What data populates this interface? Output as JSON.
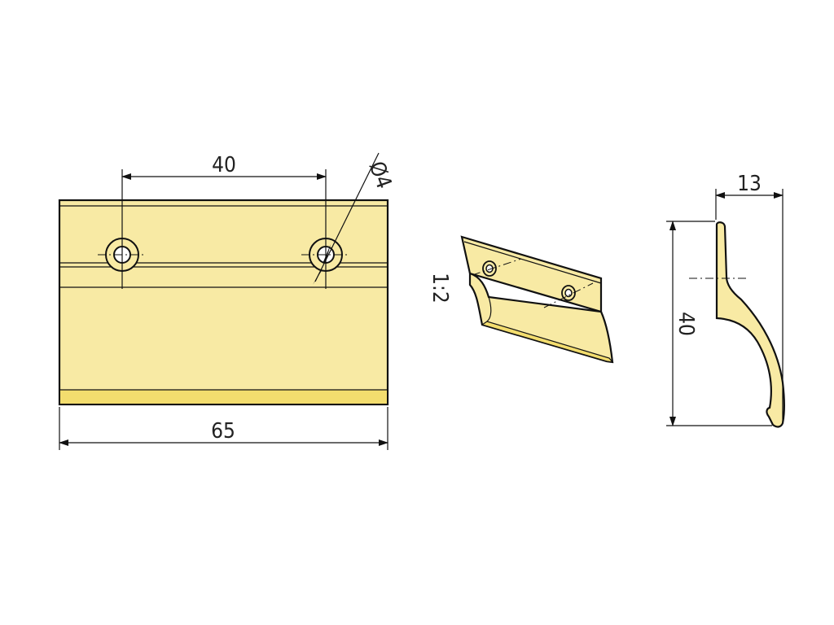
{
  "colors": {
    "part_fill": "#f8eaa4",
    "part_stripe": "#f3dd6e",
    "line": "#111111"
  },
  "front_view": {
    "hole_spacing": "40",
    "hole_diameter": "Ø4",
    "overall_width": "65"
  },
  "iso_view": {
    "scale": "1:2"
  },
  "side_view": {
    "depth": "13",
    "height": "40"
  }
}
